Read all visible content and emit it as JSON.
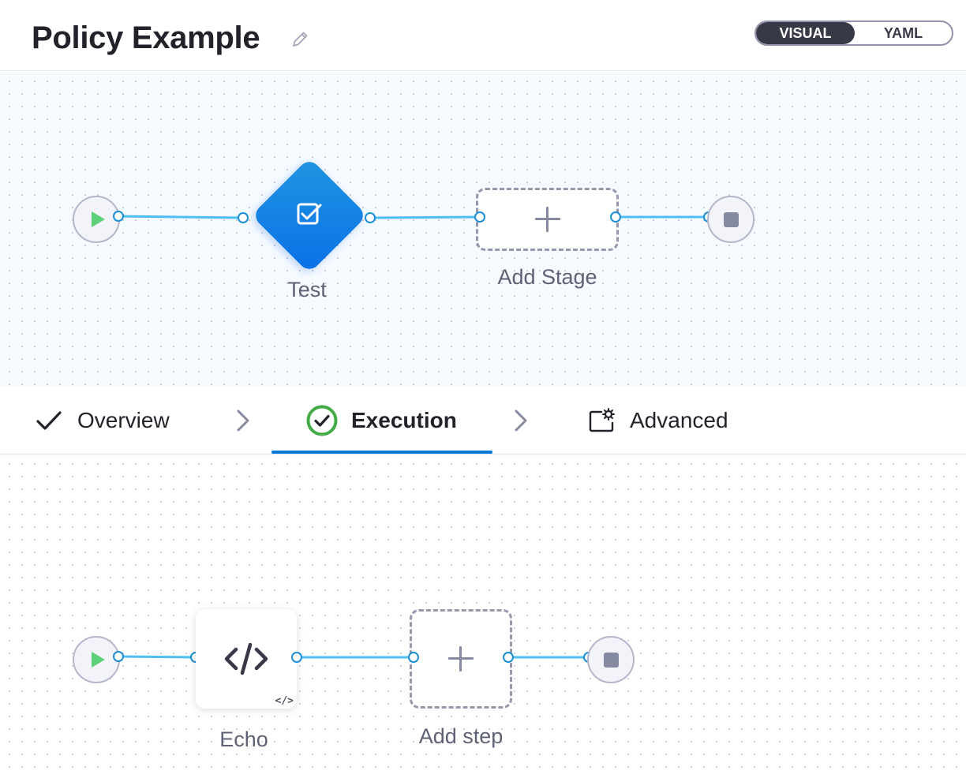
{
  "header": {
    "title": "Policy Example",
    "view_toggle": {
      "visual": "VISUAL",
      "yaml": "YAML",
      "active": "VISUAL"
    }
  },
  "stage_graph": {
    "stage_name": "Test",
    "add_stage_label": "Add Stage"
  },
  "tabs": [
    {
      "label": "Overview",
      "status": "completed"
    },
    {
      "label": "Execution",
      "status": "active"
    },
    {
      "label": "Advanced",
      "status": "default"
    }
  ],
  "step_graph": {
    "step_name": "Echo",
    "add_step_label": "Add step"
  },
  "colors": {
    "accent": "#0278d5",
    "link": "#4ebff0",
    "stage_gradient_start": "#2196e0",
    "stage_gradient_end": "#0a6fe8",
    "success": "#42ab45",
    "play": "#5dd07a"
  },
  "icons": {
    "edit": "pencil-icon",
    "stage": "approval-check-icon",
    "step": "code-icon",
    "start": "play-icon",
    "end": "stop-icon",
    "advanced": "settings-panel-icon"
  }
}
